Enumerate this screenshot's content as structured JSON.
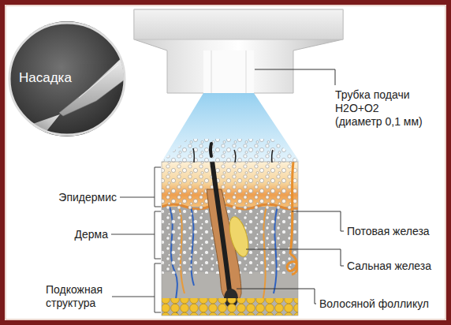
{
  "diagram": {
    "nodes": [
      {
        "text": [
          "Насадка"
        ]
      }
    ],
    "labels": [
      "Трубка подачи H2O+O2 (диаметр 0,1 мм)",
      "Эпидермис",
      "Дерма",
      "Подкожная структура",
      "Потовая железа",
      "Сальная железа",
      "Волосяной фолликул"
    ]
  }
}
